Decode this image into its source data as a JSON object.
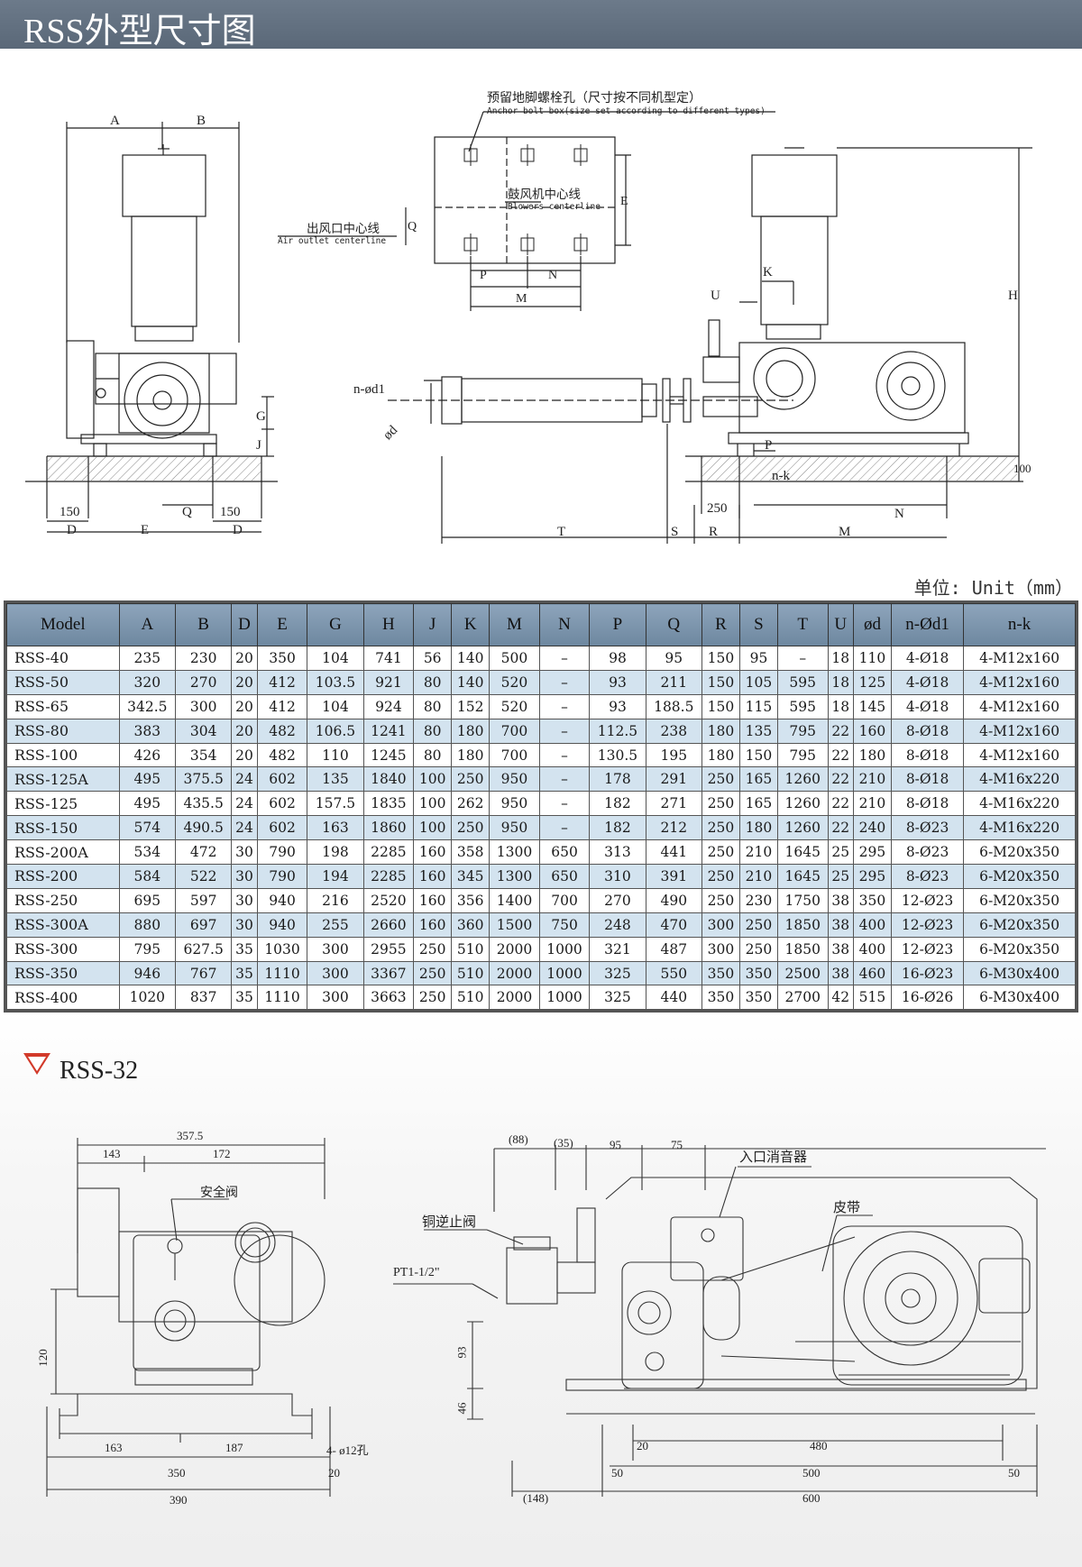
{
  "header": {
    "title": "RSS外型尺寸图"
  },
  "drawing_top": {
    "left_labels": [
      "A",
      "B",
      "G",
      "J",
      "150",
      "150",
      "D",
      "E",
      "Q",
      "D"
    ],
    "center": {
      "anchor_zh": "预留地脚螺栓孔（尺寸按不同机型定）",
      "anchor_en": "Anchor bolt box(size set according to different types)",
      "blowers_zh": "鼓风机中心线",
      "blowers_en": "Blowers centerline",
      "outlet_zh": "出风口中心线",
      "outlet_en": "Air outlet centerline",
      "letters": [
        "Q",
        "E",
        "P",
        "N",
        "M"
      ],
      "pipe_labels": [
        "n-ød1",
        "ød"
      ]
    },
    "right_labels": [
      "H",
      "K",
      "U",
      "P",
      "n-k",
      "250",
      "N",
      "100",
      "T",
      "S",
      "R",
      "M"
    ]
  },
  "table": {
    "unit": "单位: Unit（mm）",
    "headers": [
      "Model",
      "A",
      "B",
      "D",
      "E",
      "G",
      "H",
      "J",
      "K",
      "M",
      "N",
      "P",
      "Q",
      "R",
      "S",
      "T",
      "U",
      "ød",
      "n-Ød1",
      "n-k"
    ],
    "rows": [
      [
        "RSS-40",
        "235",
        "230",
        "20",
        "350",
        "104",
        "741",
        "56",
        "140",
        "500",
        "–",
        "98",
        "95",
        "150",
        "95",
        "–",
        "18",
        "110",
        "4-Ø18",
        "4-M12x160"
      ],
      [
        "RSS-50",
        "320",
        "270",
        "20",
        "412",
        "103.5",
        "921",
        "80",
        "140",
        "520",
        "–",
        "93",
        "211",
        "150",
        "105",
        "595",
        "18",
        "125",
        "4-Ø18",
        "4-M12x160"
      ],
      [
        "RSS-65",
        "342.5",
        "300",
        "20",
        "412",
        "104",
        "924",
        "80",
        "152",
        "520",
        "–",
        "93",
        "188.5",
        "150",
        "115",
        "595",
        "18",
        "145",
        "4-Ø18",
        "4-M12x160"
      ],
      [
        "RSS-80",
        "383",
        "304",
        "20",
        "482",
        "106.5",
        "1241",
        "80",
        "180",
        "700",
        "–",
        "112.5",
        "238",
        "180",
        "135",
        "795",
        "22",
        "160",
        "8-Ø18",
        "4-M12x160"
      ],
      [
        "RSS-100",
        "426",
        "354",
        "20",
        "482",
        "110",
        "1245",
        "80",
        "180",
        "700",
        "–",
        "130.5",
        "195",
        "180",
        "150",
        "795",
        "22",
        "180",
        "8-Ø18",
        "4-M12x160"
      ],
      [
        "RSS-125A",
        "495",
        "375.5",
        "24",
        "602",
        "135",
        "1840",
        "100",
        "250",
        "950",
        "–",
        "178",
        "291",
        "250",
        "165",
        "1260",
        "22",
        "210",
        "8-Ø18",
        "4-M16x220"
      ],
      [
        "RSS-125",
        "495",
        "435.5",
        "24",
        "602",
        "157.5",
        "1835",
        "100",
        "262",
        "950",
        "–",
        "182",
        "271",
        "250",
        "165",
        "1260",
        "22",
        "210",
        "8-Ø18",
        "4-M16x220"
      ],
      [
        "RSS-150",
        "574",
        "490.5",
        "24",
        "602",
        "163",
        "1860",
        "100",
        "250",
        "950",
        "–",
        "182",
        "212",
        "250",
        "180",
        "1260",
        "22",
        "240",
        "8-Ø23",
        "4-M16x220"
      ],
      [
        "RSS-200A",
        "534",
        "472",
        "30",
        "790",
        "198",
        "2285",
        "160",
        "358",
        "1300",
        "650",
        "313",
        "441",
        "250",
        "210",
        "1645",
        "25",
        "295",
        "8-Ø23",
        "6-M20x350"
      ],
      [
        "RSS-200",
        "584",
        "522",
        "30",
        "790",
        "194",
        "2285",
        "160",
        "345",
        "1300",
        "650",
        "310",
        "391",
        "250",
        "210",
        "1645",
        "25",
        "295",
        "8-Ø23",
        "6-M20x350"
      ],
      [
        "RSS-250",
        "695",
        "597",
        "30",
        "940",
        "216",
        "2520",
        "160",
        "356",
        "1400",
        "700",
        "270",
        "490",
        "250",
        "230",
        "1750",
        "38",
        "350",
        "12-Ø23",
        "6-M20x350"
      ],
      [
        "RSS-300A",
        "880",
        "697",
        "30",
        "940",
        "255",
        "2660",
        "160",
        "360",
        "1500",
        "750",
        "248",
        "470",
        "300",
        "250",
        "1850",
        "38",
        "400",
        "12-Ø23",
        "6-M20x350"
      ],
      [
        "RSS-300",
        "795",
        "627.5",
        "35",
        "1030",
        "300",
        "2955",
        "250",
        "510",
        "2000",
        "1000",
        "321",
        "487",
        "300",
        "250",
        "1850",
        "38",
        "400",
        "12-Ø23",
        "6-M20x350"
      ],
      [
        "RSS-350",
        "946",
        "767",
        "35",
        "1110",
        "300",
        "3367",
        "250",
        "510",
        "2000",
        "1000",
        "325",
        "550",
        "350",
        "350",
        "2500",
        "38",
        "460",
        "16-Ø23",
        "6-M30x400"
      ],
      [
        "RSS-400",
        "1020",
        "837",
        "35",
        "1110",
        "300",
        "3663",
        "250",
        "510",
        "2000",
        "1000",
        "325",
        "440",
        "350",
        "350",
        "2700",
        "42",
        "515",
        "16-Ø26",
        "6-M30x400"
      ]
    ]
  },
  "section2": {
    "title": "RSS-32",
    "left_dims": [
      "357.5",
      "143",
      "172",
      "安全阀",
      "120",
      "163",
      "187",
      "4- ø12孔",
      "350",
      "20",
      "390"
    ],
    "right_dims": [
      "(88)",
      "(35)",
      "95",
      "75",
      "入口消音器",
      "皮带",
      "铜逆止阀",
      "PT1-1/2\"",
      "93",
      "46",
      "20",
      "480",
      "50",
      "500",
      "50",
      "(148)",
      "600"
    ]
  },
  "colors": {
    "header_bg": "#5f6d7d",
    "table_head": "#7d95ad",
    "row_alt": "#d3e3ef",
    "marker": "#d23a2a"
  }
}
